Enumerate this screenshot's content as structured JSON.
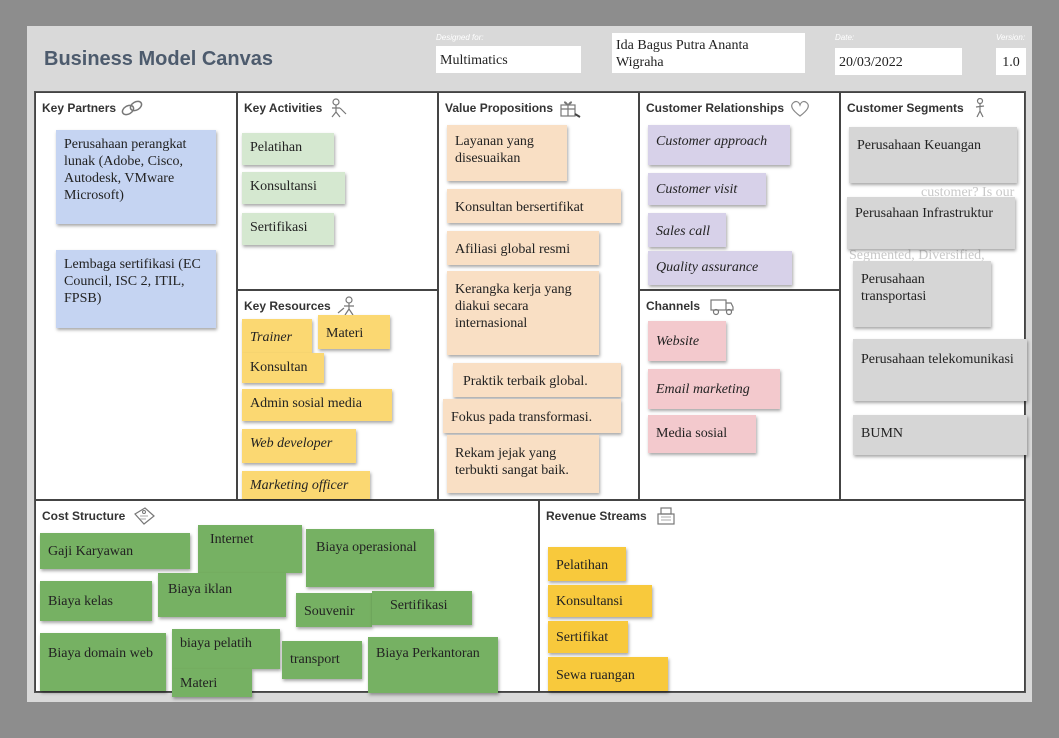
{
  "header": {
    "title": "Business Model Canvas",
    "designed_for_label": "Designed for:",
    "designed_for_value": "Multimatics",
    "designed_by_value_line1": "Ida Bagus Putra Ananta",
    "designed_by_value_line2": "Wigraha",
    "date_label": "Date:",
    "date_value": "20/03/2022",
    "version_label": "Version:",
    "version_value": "1.0"
  },
  "key_partners": {
    "title": "Key Partners",
    "notes": [
      "Perusahaan perangkat lunak (Adobe, Cisco, Autodesk, VMware Microsoft)",
      "Lembaga sertifikasi (EC Council, ISC 2, ITIL, FPSB)"
    ]
  },
  "key_activities": {
    "title": "Key Activities",
    "notes": [
      "Pelatihan",
      "Konsultansi",
      "Sertifikasi"
    ]
  },
  "key_resources": {
    "title": "Key Resources",
    "notes": [
      "Trainer",
      "Materi",
      "Konsultan",
      "Admin sosial media",
      "Web developer",
      "Marketing officer"
    ]
  },
  "value_propositions": {
    "title": "Value Propositions",
    "notes": [
      "Layanan yang disesuaikan",
      "Konsultan bersertifikat",
      "Afiliasi global resmi",
      "Kerangka kerja yang diakui secara internasional",
      "Praktik terbaik global.",
      "Fokus pada transformasi.",
      "Rekam jejak yang terbukti sangat baik."
    ]
  },
  "customer_relationships": {
    "title": "Customer Relationships",
    "notes": [
      "Customer approach",
      "Customer visit",
      "Sales call",
      "Quality assurance"
    ]
  },
  "channels": {
    "title": "Channels",
    "notes": [
      "Website",
      "Email marketing",
      "Media sosial"
    ]
  },
  "customer_segments": {
    "title": "Customer Segments",
    "notes": [
      "Perusahaan Keuangan",
      "Perusahaan Infrastruktur",
      "Perusahaan transportasi",
      "Perusahaan telekomunikasi",
      "BUMN"
    ],
    "background_text_1": "customer? Is our",
    "background_text_2": "Segmented, Diversified,"
  },
  "cost_structure": {
    "title": "Cost Structure",
    "notes": [
      "Gaji Karyawan",
      "Internet",
      "Biaya operasional",
      "Biaya kelas",
      "Biaya iklan",
      "Souvenir",
      "Sertifikasi",
      "Biaya domain web",
      "biaya pelatih",
      "transport",
      "Biaya Perkantoran",
      "Materi"
    ]
  },
  "revenue_streams": {
    "title": "Revenue Streams",
    "notes": [
      "Pelatihan",
      "Konsultansi",
      "Sertifikat",
      "Sewa ruangan"
    ]
  },
  "icons": {
    "key_partners": "chain-link-icon",
    "key_activities": "worker-icon",
    "value_propositions": "gift-icon",
    "customer_relationships": "heart-icon",
    "customer_segments": "person-icon",
    "key_resources": "worker-icon",
    "channels": "truck-icon",
    "cost_structure": "price-tag-icon",
    "revenue_streams": "cash-register-icon"
  }
}
